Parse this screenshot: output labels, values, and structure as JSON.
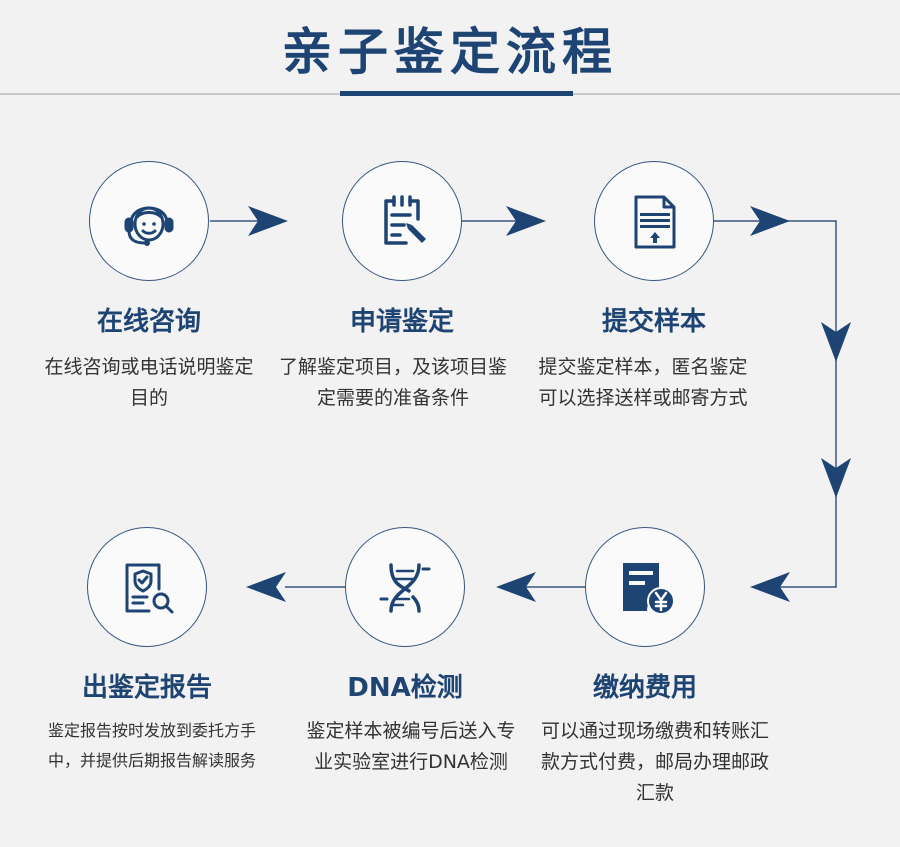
{
  "title": "亲子鉴定流程",
  "steps": [
    {
      "title": "在线咨询",
      "desc": "在线咨询或电话说明鉴定目的",
      "icon": "customer-service-headset-icon"
    },
    {
      "title": "申请鉴定",
      "desc": "了解鉴定项目，及该项目鉴定需要的准备条件",
      "icon": "application-form-pen-icon"
    },
    {
      "title": "提交样本",
      "desc": "提交鉴定样本，匿名鉴定可以选择送样或邮寄方式",
      "icon": "document-upload-icon"
    },
    {
      "title": "缴纳费用",
      "desc": "可以通过现场缴费和转账汇款方式付费，邮局办理邮政汇款",
      "icon": "bill-yuan-icon"
    },
    {
      "title": "DNA检测",
      "desc": "鉴定样本被编号后送入专业实验室进行DNA检测",
      "icon": "dna-helix-icon"
    },
    {
      "title": "出鉴定报告",
      "desc": "鉴定报告按时发放到委托方手中，并提供后期报告解读服务",
      "icon": "report-shield-magnifier-icon"
    }
  ],
  "colors": {
    "accent": "#1e4473",
    "line": "#37567e",
    "background": "#f2f2f2"
  }
}
